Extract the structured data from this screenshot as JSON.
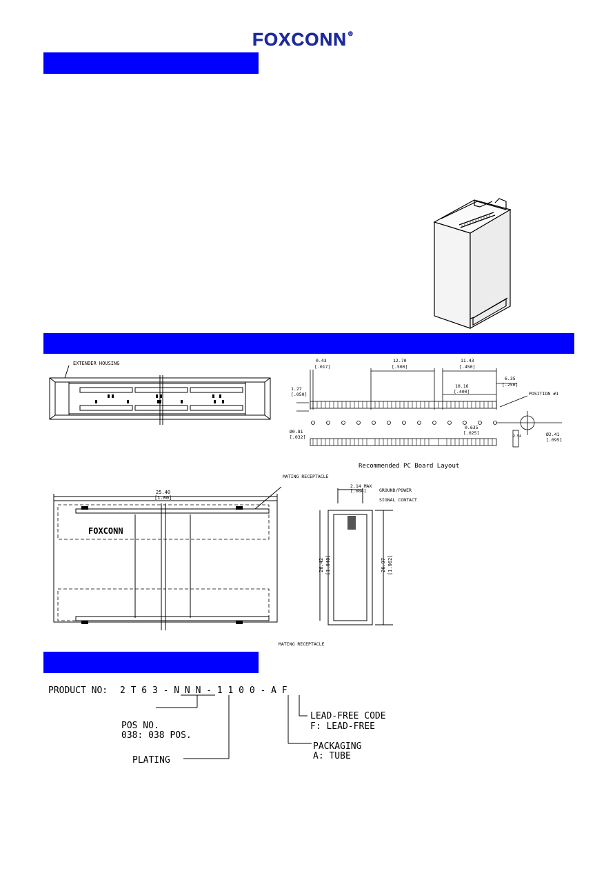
{
  "header": {
    "brand": "FOXCONN",
    "registered": "®"
  },
  "drawing": {
    "extender_housing": "EXTENDER HOUSING",
    "dims": {
      "d043": "0.43",
      "d043_in": "[.017]",
      "d1270": "12.70",
      "d1270_in": "[.500]",
      "d1143": "11.43",
      "d1143_in": "[.450]",
      "d127": "1.27",
      "d127_in": "[.050]",
      "d1016": "10.16",
      "d1016_in": "[.400]",
      "d635": "6.35",
      "d635_in": "[.250]",
      "position1": "POSITION #1",
      "d081": "Ø0.81",
      "d081_in": "[.032]",
      "d0635": "0.635",
      "d0635_in": "[.025]",
      "d241": "Ø2.41",
      "d241_in": "[.095]",
      "d254": "2.54",
      "d2540": "25.40",
      "d2540_in": "[1.00]",
      "d214": "2.14 MAX",
      "d214_in": "[.084]",
      "d2642": "26.42",
      "d2642_in": "[1.040]",
      "d2697": "26.97",
      "d2697_in": "[1.062]"
    },
    "pcb_layout": "Recommended PC Board Layout",
    "mating_receptacle_top": "MATING RECEPTACLE",
    "mating_receptacle_bottom": "MATING RECEPTACLE",
    "ground_power": "GROUND/POWER",
    "signal_contact": "SIGNAL CONTACT",
    "body_brand": "FOXCONN"
  },
  "part_number": {
    "label": "PRODUCT NO:",
    "code": "2 T 6 3 - N N N - 1 1 0 0 - A F",
    "lead_free_title": "LEAD-FREE CODE",
    "lead_free_value": "F: LEAD-FREE",
    "pos_title": "POS NO.",
    "pos_value": "038: 038 POS.",
    "packaging_title": "PACKAGING",
    "packaging_value": "A: TUBE",
    "plating": "PLATING"
  }
}
